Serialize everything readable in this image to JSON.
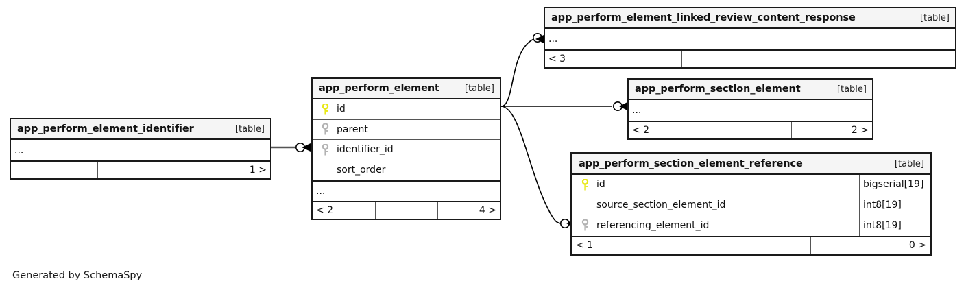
{
  "diagram": {
    "credit": "Generated by SchemaSpy",
    "table_kind_label": "[table]",
    "ellipsis": "...",
    "colors": {
      "primary_key": "#e8e815",
      "foreign_key": "#b3b3b3",
      "border": "#1a1a1a",
      "header_bg": "#f5f5f5",
      "background": "#ffffff",
      "text": "#111111"
    }
  },
  "tables": {
    "element_identifier": {
      "name": "app_perform_element_identifier",
      "kind": "[table]",
      "ellipsis": "...",
      "footer": {
        "left": "",
        "middle": "",
        "right": "1 >"
      }
    },
    "element": {
      "name": "app_perform_element",
      "kind": "[table]",
      "ellipsis": "...",
      "columns": [
        {
          "key": "primary",
          "name": "id",
          "type": ""
        },
        {
          "key": "foreign",
          "name": "parent",
          "type": ""
        },
        {
          "key": "foreign",
          "name": "identifier_id",
          "type": ""
        },
        {
          "key": "none",
          "name": "sort_order",
          "type": ""
        }
      ],
      "footer": {
        "left": "< 2",
        "middle": "",
        "right": "4 >"
      }
    },
    "linked_review": {
      "name": "app_perform_element_linked_review_content_response",
      "kind": "[table]",
      "ellipsis": "...",
      "footer": {
        "left": "< 3",
        "middle": "",
        "right": ""
      }
    },
    "section_element": {
      "name": "app_perform_section_element",
      "kind": "[table]",
      "ellipsis": "...",
      "footer": {
        "left": "< 2",
        "middle": "",
        "right": "2 >"
      }
    },
    "section_element_reference": {
      "name": "app_perform_section_element_reference",
      "kind": "[table]",
      "columns": [
        {
          "key": "primary",
          "name": "id",
          "type": "bigserial[19]"
        },
        {
          "key": "none",
          "name": "source_section_element_id",
          "type": "int8[19]"
        },
        {
          "key": "foreign",
          "name": "referencing_element_id",
          "type": "int8[19]"
        }
      ],
      "footer": {
        "left": "< 1",
        "middle": "",
        "right": "0 >"
      }
    }
  }
}
